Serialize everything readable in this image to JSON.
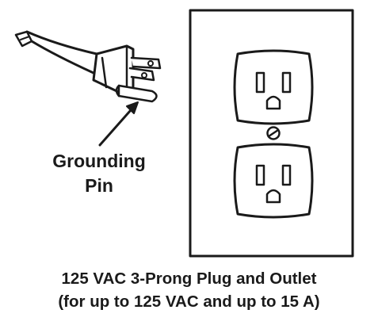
{
  "callout": {
    "line1": "Grounding",
    "line2": "Pin"
  },
  "caption": {
    "line1": "125 VAC 3-Prong Plug and Outlet",
    "line2": "(for up to 125 VAC and up to 15 A)"
  },
  "colors": {
    "ink": "#1a1a1a",
    "background": "#ffffff"
  }
}
